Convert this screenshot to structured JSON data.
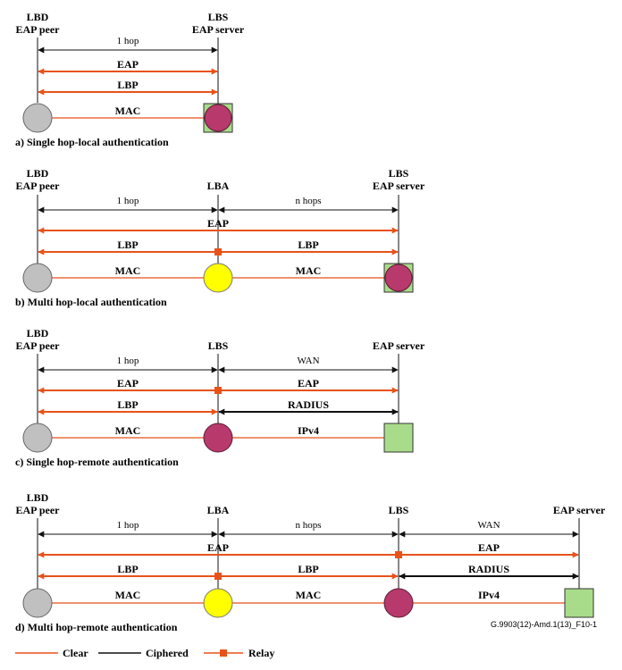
{
  "colors": {
    "clear": "#e8521a",
    "ciphered": "#111111",
    "relay": "#e8521a",
    "lbd_node": "#c0c0c0",
    "lba_node": "#ffff00",
    "lbs_node": "#b83a6c",
    "server_box": "#a9dc8a"
  },
  "labels": {
    "lbd": "LBD",
    "eap_peer": "EAP peer",
    "lbs": "LBS",
    "lba": "LBA",
    "eap_server": "EAP server",
    "one_hop": "1 hop",
    "n_hops": "n hops",
    "wan": "WAN",
    "eap": "EAP",
    "lbp": "LBP",
    "mac": "MAC",
    "radius": "RADIUS",
    "ipv4": "IPv4"
  },
  "captions": {
    "a": "a) Single hop-local authentication",
    "b": "b) Multi hop-local authentication",
    "c": "c) Single hop-remote authentication",
    "d": "d) Multi hop-remote authentication"
  },
  "figure_id": "G.9903(12)-Amd.1(13)_F10-1",
  "legend": {
    "clear": "Clear",
    "ciphered": "Ciphered",
    "relay": "Relay"
  }
}
